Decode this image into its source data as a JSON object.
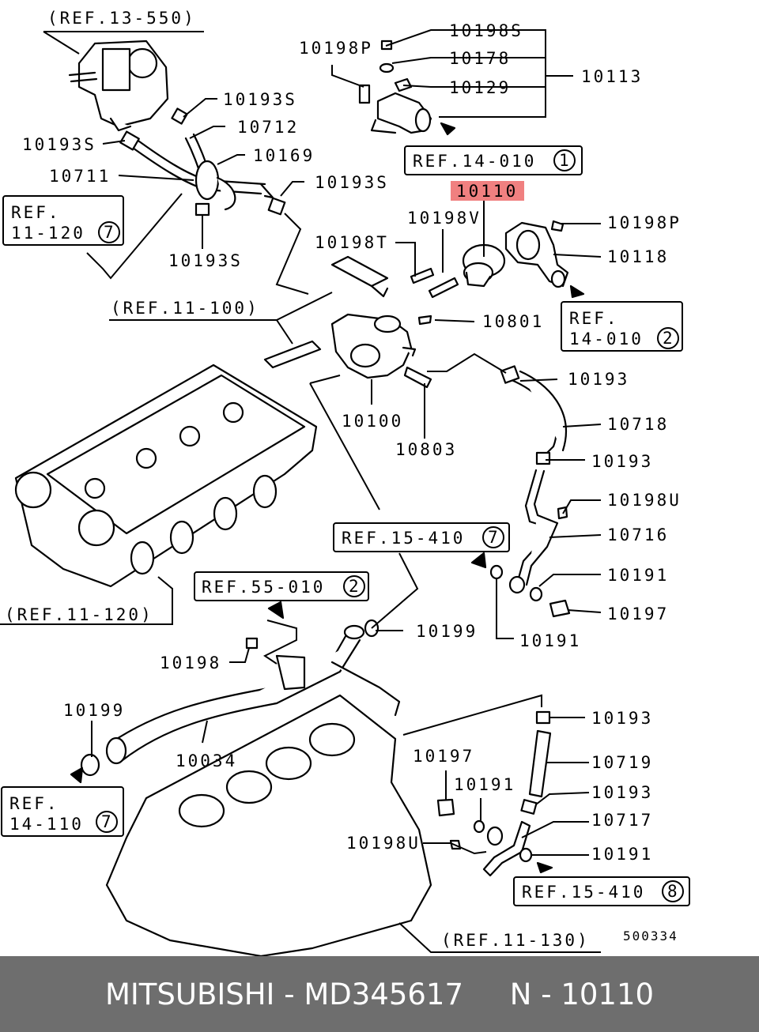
{
  "diagram": {
    "labels": {
      "ref_13_550": "(REF.13-550)",
      "p10198P_a": "10198P",
      "p10198S_a": "10198S",
      "p10178": "10178",
      "p10129": "10129",
      "p10113": "10113",
      "p10193S_a": "10193S",
      "p10712": "10712",
      "p10193S_b": "10193S",
      "p10169": "10169",
      "p10711": "10711",
      "p10193S_c": "10193S",
      "p10193S_d": "10193S",
      "ref_14_010_1": "REF.14-010",
      "ref_14_010_1_num": "1",
      "p10110": "10110",
      "p10198V": "10198V",
      "p10198P_b": "10198P",
      "ref_11_120_box_line1": "REF.",
      "ref_11_120_box_line2": "11-120",
      "ref_11_120_box_num": "7",
      "p10198T": "10198T",
      "p10118": "10118",
      "ref_14_010_2_line1": "REF.",
      "ref_14_010_2_line2": "14-010",
      "ref_14_010_2_num": "2",
      "ref_11_100": "(REF.11-100)",
      "p10801": "10801",
      "p10193_a": "10193",
      "p10100": "10100",
      "p10718": "10718",
      "p10803": "10803",
      "p10193_b": "10193",
      "p10198U_a": "10198U",
      "ref_15_410_7": "REF.15-410",
      "ref_15_410_7_num": "7",
      "p10716": "10716",
      "p10191_a": "10191",
      "ref_55_010": "REF.55-010",
      "ref_55_010_num": "2",
      "ref_11_120_paren": "(REF.11-120)",
      "p10197_a": "10197",
      "p10199_a": "10199",
      "p10191_b": "10191",
      "p10198": "10198",
      "p10199_b": "10199",
      "p10193_c": "10193",
      "p10034": "10034",
      "p10719": "10719",
      "p10197_b": "10197",
      "p10191_c": "10191",
      "p10193_d": "10193",
      "ref_14_110_line1": "REF.",
      "ref_14_110_line2": "14-110",
      "ref_14_110_num": "7",
      "p10717": "10717",
      "p10198U_b": "10198U",
      "p10191_d": "10191",
      "ref_15_410_8": "REF.15-410",
      "ref_15_410_8_num": "8",
      "ref_11_130": "(REF.11-130)",
      "drawing_no": "500334"
    },
    "highlight_color": "#f08080"
  },
  "footer": {
    "caption": "MITSUBISHI - MD345617     N - 10110",
    "background": "#6e6e6e"
  }
}
